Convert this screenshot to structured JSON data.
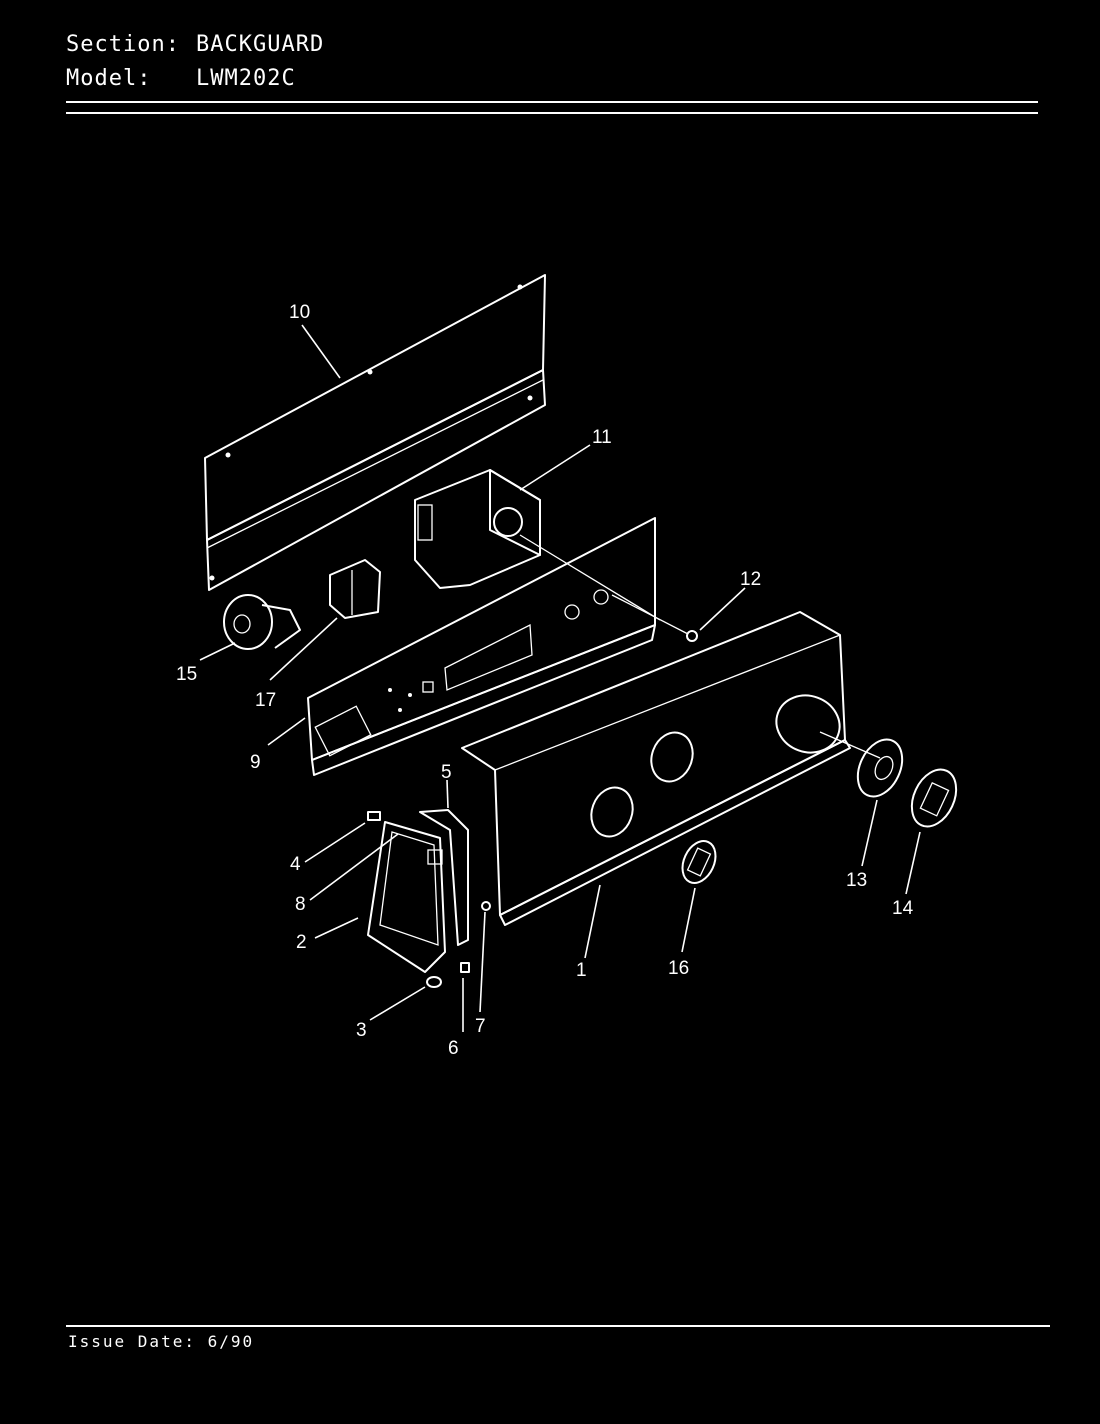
{
  "header": {
    "section_label": "Section:",
    "section_value": "BACKGUARD",
    "model_label": "Model:",
    "model_value": "LWM202C"
  },
  "footer": {
    "issue_date": "Issue Date: 6/90"
  },
  "callouts": [
    "1",
    "2",
    "3",
    "4",
    "5",
    "6",
    "7",
    "8",
    "9",
    "10",
    "11",
    "12",
    "13",
    "14",
    "15",
    "16",
    "17"
  ]
}
